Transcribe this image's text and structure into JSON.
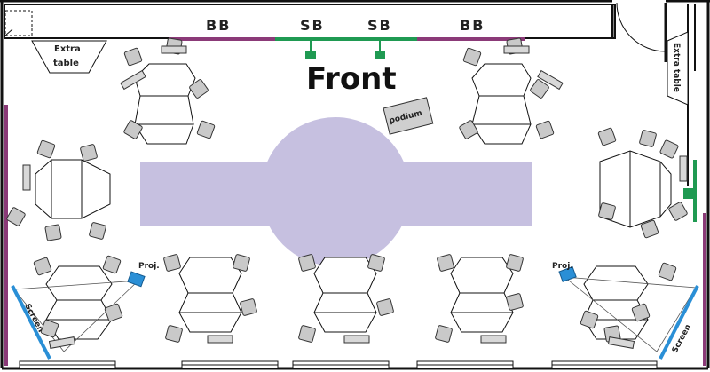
{
  "labels": {
    "front": "Front",
    "bb_left": "BB",
    "sb_left": "SB",
    "sb_right": "SB",
    "bb_right": "BB",
    "extra_table_top": [
      "Extra",
      "table"
    ],
    "extra_table_side": "Extra table",
    "podium": "podium",
    "proj": "Proj.",
    "screen": "Screen"
  },
  "colors": {
    "wall": "#111111",
    "whiteboard": "#8b3a78",
    "smartboard": "#1f9a52",
    "screen": "#2a8fd6",
    "projector": "#2a8fd6",
    "stage": "#c6c0e0",
    "chair_fill": "#c9c9c9",
    "table_fill": "#ffffff"
  }
}
